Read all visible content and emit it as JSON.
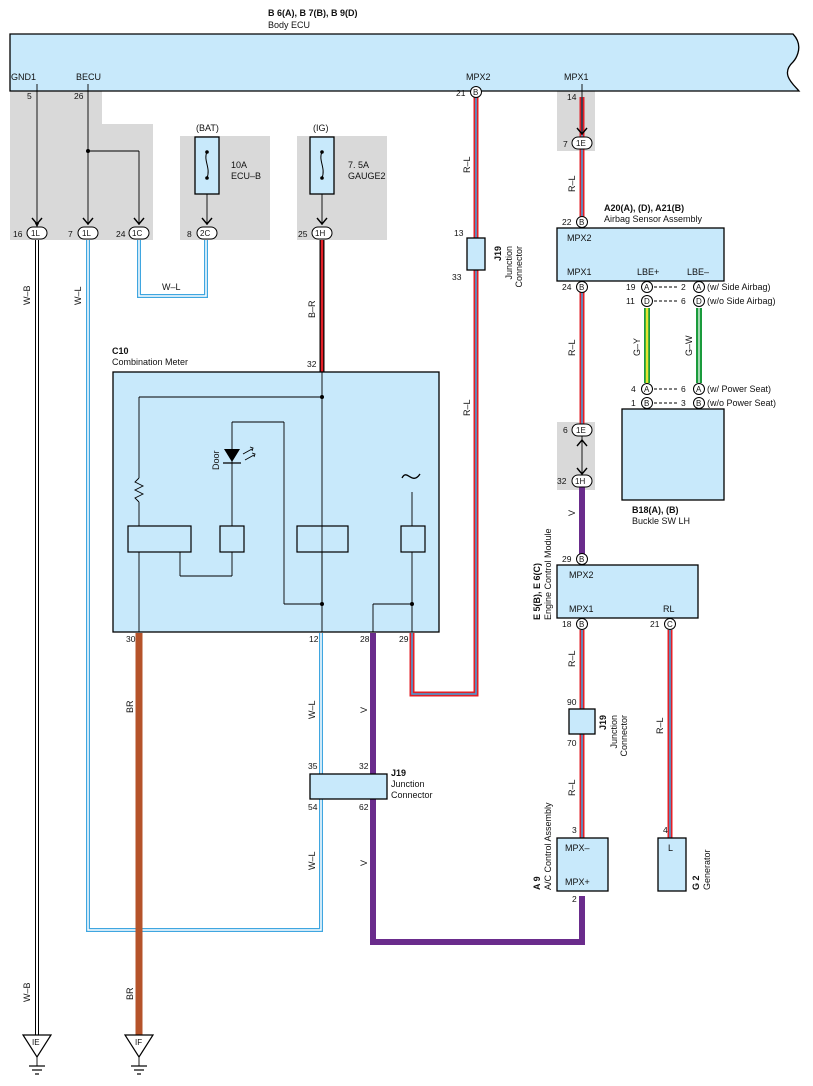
{
  "components": {
    "body_ecu": {
      "ref": "B 6(A), B 7(B), B 9(D)",
      "name": "Body ECU",
      "pins": {
        "gnd1": "GND1",
        "becu": "BECU",
        "mpx2": "MPX2",
        "mpx1": "MPX1"
      }
    },
    "fuse_bat": {
      "source": "(BAT)",
      "line1": "10A",
      "line2": "ECU–B"
    },
    "fuse_ig": {
      "source": "(IG)",
      "line1": "7. 5A",
      "line2": "GAUGE2"
    },
    "junction_1": {
      "ref": "J19",
      "line1": "Junction",
      "line2": "Connector"
    },
    "airbag": {
      "ref": "A20(A), (D), A21(B)",
      "name": "Airbag Sensor Assembly",
      "pins": {
        "mpx2": "MPX2",
        "mpx1": "MPX1",
        "lbe_plus": "LBE+",
        "lbe_minus": "LBE–"
      },
      "note_side": "(w/ Side Airbag)",
      "note_noside": "(w/o Side Airbag)"
    },
    "buckle": {
      "ref": "B18(A), (B)",
      "name": "Buckle SW LH",
      "note_power": "(w/ Power Seat)",
      "note_nopower": "(w/o Power Seat)"
    },
    "combination_meter": {
      "ref": "C10",
      "name": "Combination Meter",
      "door": "Door"
    },
    "ecm": {
      "ref": "E 5(B), E 6(C)",
      "name": "Engine Control Module",
      "pins": {
        "mpx2": "MPX2",
        "mpx1": "MPX1",
        "rl": "RL"
      }
    },
    "junction_2": {
      "ref": "J19",
      "line1": "Junction",
      "line2": "Connector"
    },
    "junction_3": {
      "ref": "J19",
      "line1": "Junction",
      "line2": "Connector"
    },
    "ac": {
      "ref": "A 9",
      "name": "A/C Control Assembly",
      "pins": {
        "minus": "MPX–",
        "plus": "MPX+"
      }
    },
    "generator": {
      "ref": "G 2",
      "name": "Generator",
      "pin": "L"
    },
    "ground_e": {
      "label": "IE"
    },
    "ground_f": {
      "label": "IF"
    }
  },
  "connectors": {
    "c_1l_a": "1L",
    "c_1l_b": "1L",
    "c_1c": "1C",
    "c_2c": "2C",
    "c_1h_a": "1H",
    "c_1e_a": "1E",
    "c_b_mpx2": "B",
    "c_b_ab22": "B",
    "c_b_ab24": "B",
    "c_a19": "A",
    "c_d11": "D",
    "c_a2": "A",
    "c_d6": "D",
    "c_a4": "A",
    "c_b1": "B",
    "c_a6": "A",
    "c_b3": "B",
    "c_1e_b": "1E",
    "c_1h_b": "1H",
    "c_b29": "B",
    "c_b18": "B",
    "c_c21": "C"
  },
  "pin_numbers": {
    "p5": "5",
    "p26": "26",
    "p21": "21",
    "p14": "14",
    "p16": "16",
    "p7a": "7",
    "p24": "24",
    "p8": "8",
    "p25": "25",
    "p13": "13",
    "p33": "33",
    "p7b": "7",
    "p22": "22",
    "p24b": "24",
    "p19": "19",
    "p11": "11",
    "p2": "2",
    "p6": "6",
    "p4": "4",
    "p1": "1",
    "p6b": "6",
    "p3": "3",
    "p32": "32",
    "p6c": "6",
    "p32b": "32",
    "p29": "29",
    "p18": "18",
    "p21b": "21",
    "p30": "30",
    "p12": "12",
    "p28": "28",
    "p29b": "29",
    "p90": "90",
    "p70": "70",
    "p35": "35",
    "p32c": "32",
    "p54": "54",
    "p62": "62",
    "p3b": "3",
    "p4b": "4",
    "p2b": "2"
  },
  "wire_labels": {
    "wb_top": "W–B",
    "wb_bot": "W–B",
    "wl_becu": "W–L",
    "wl_bat": "W–L",
    "br_ig": "B–R",
    "rl_mpx2_a": "R–L",
    "rl_mpx2_b": "R–L",
    "rl_mpx1_a": "R–L",
    "rl_mpx1_b": "R–L",
    "gy": "G–Y",
    "gw": "G–W",
    "v_ecm": "V",
    "rl_ecm_a": "R–L",
    "rl_ecm_b": "R–L",
    "rl_gen": "R–L",
    "br_a": "BR",
    "br_b": "BR",
    "wl_12a": "W–L",
    "wl_12b": "W–L",
    "v_28a": "V",
    "v_28b": "V"
  },
  "colors": {
    "panel": "#c8e9fb",
    "gray": "#d9d9d9",
    "red": "#e41f26",
    "blue": "#3fa6e0",
    "purple": "#6a2c8c",
    "brown": "#b5532a",
    "green": "#1a9b3c",
    "yellow": "#e5e632",
    "black": "#000000",
    "white": "#ffffff"
  }
}
